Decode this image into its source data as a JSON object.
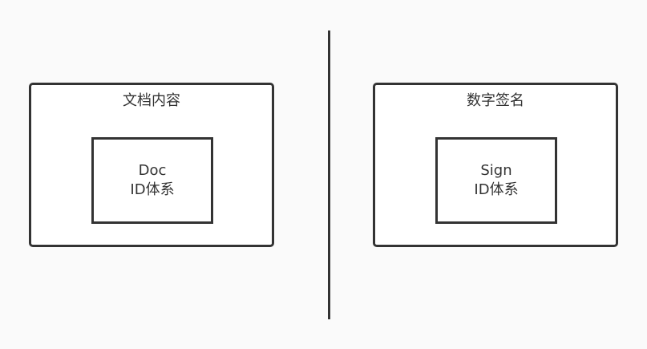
{
  "left_box": {
    "title": "文档内容",
    "inner_lines": [
      "Doc",
      "ID体系"
    ]
  },
  "right_box": {
    "title": "数字签名",
    "inner_lines": [
      "Sign",
      "ID体系"
    ]
  },
  "colors": {
    "background": "#fafafa",
    "stroke": "#333333",
    "box_fill": "#ffffff",
    "text": "#333333"
  }
}
